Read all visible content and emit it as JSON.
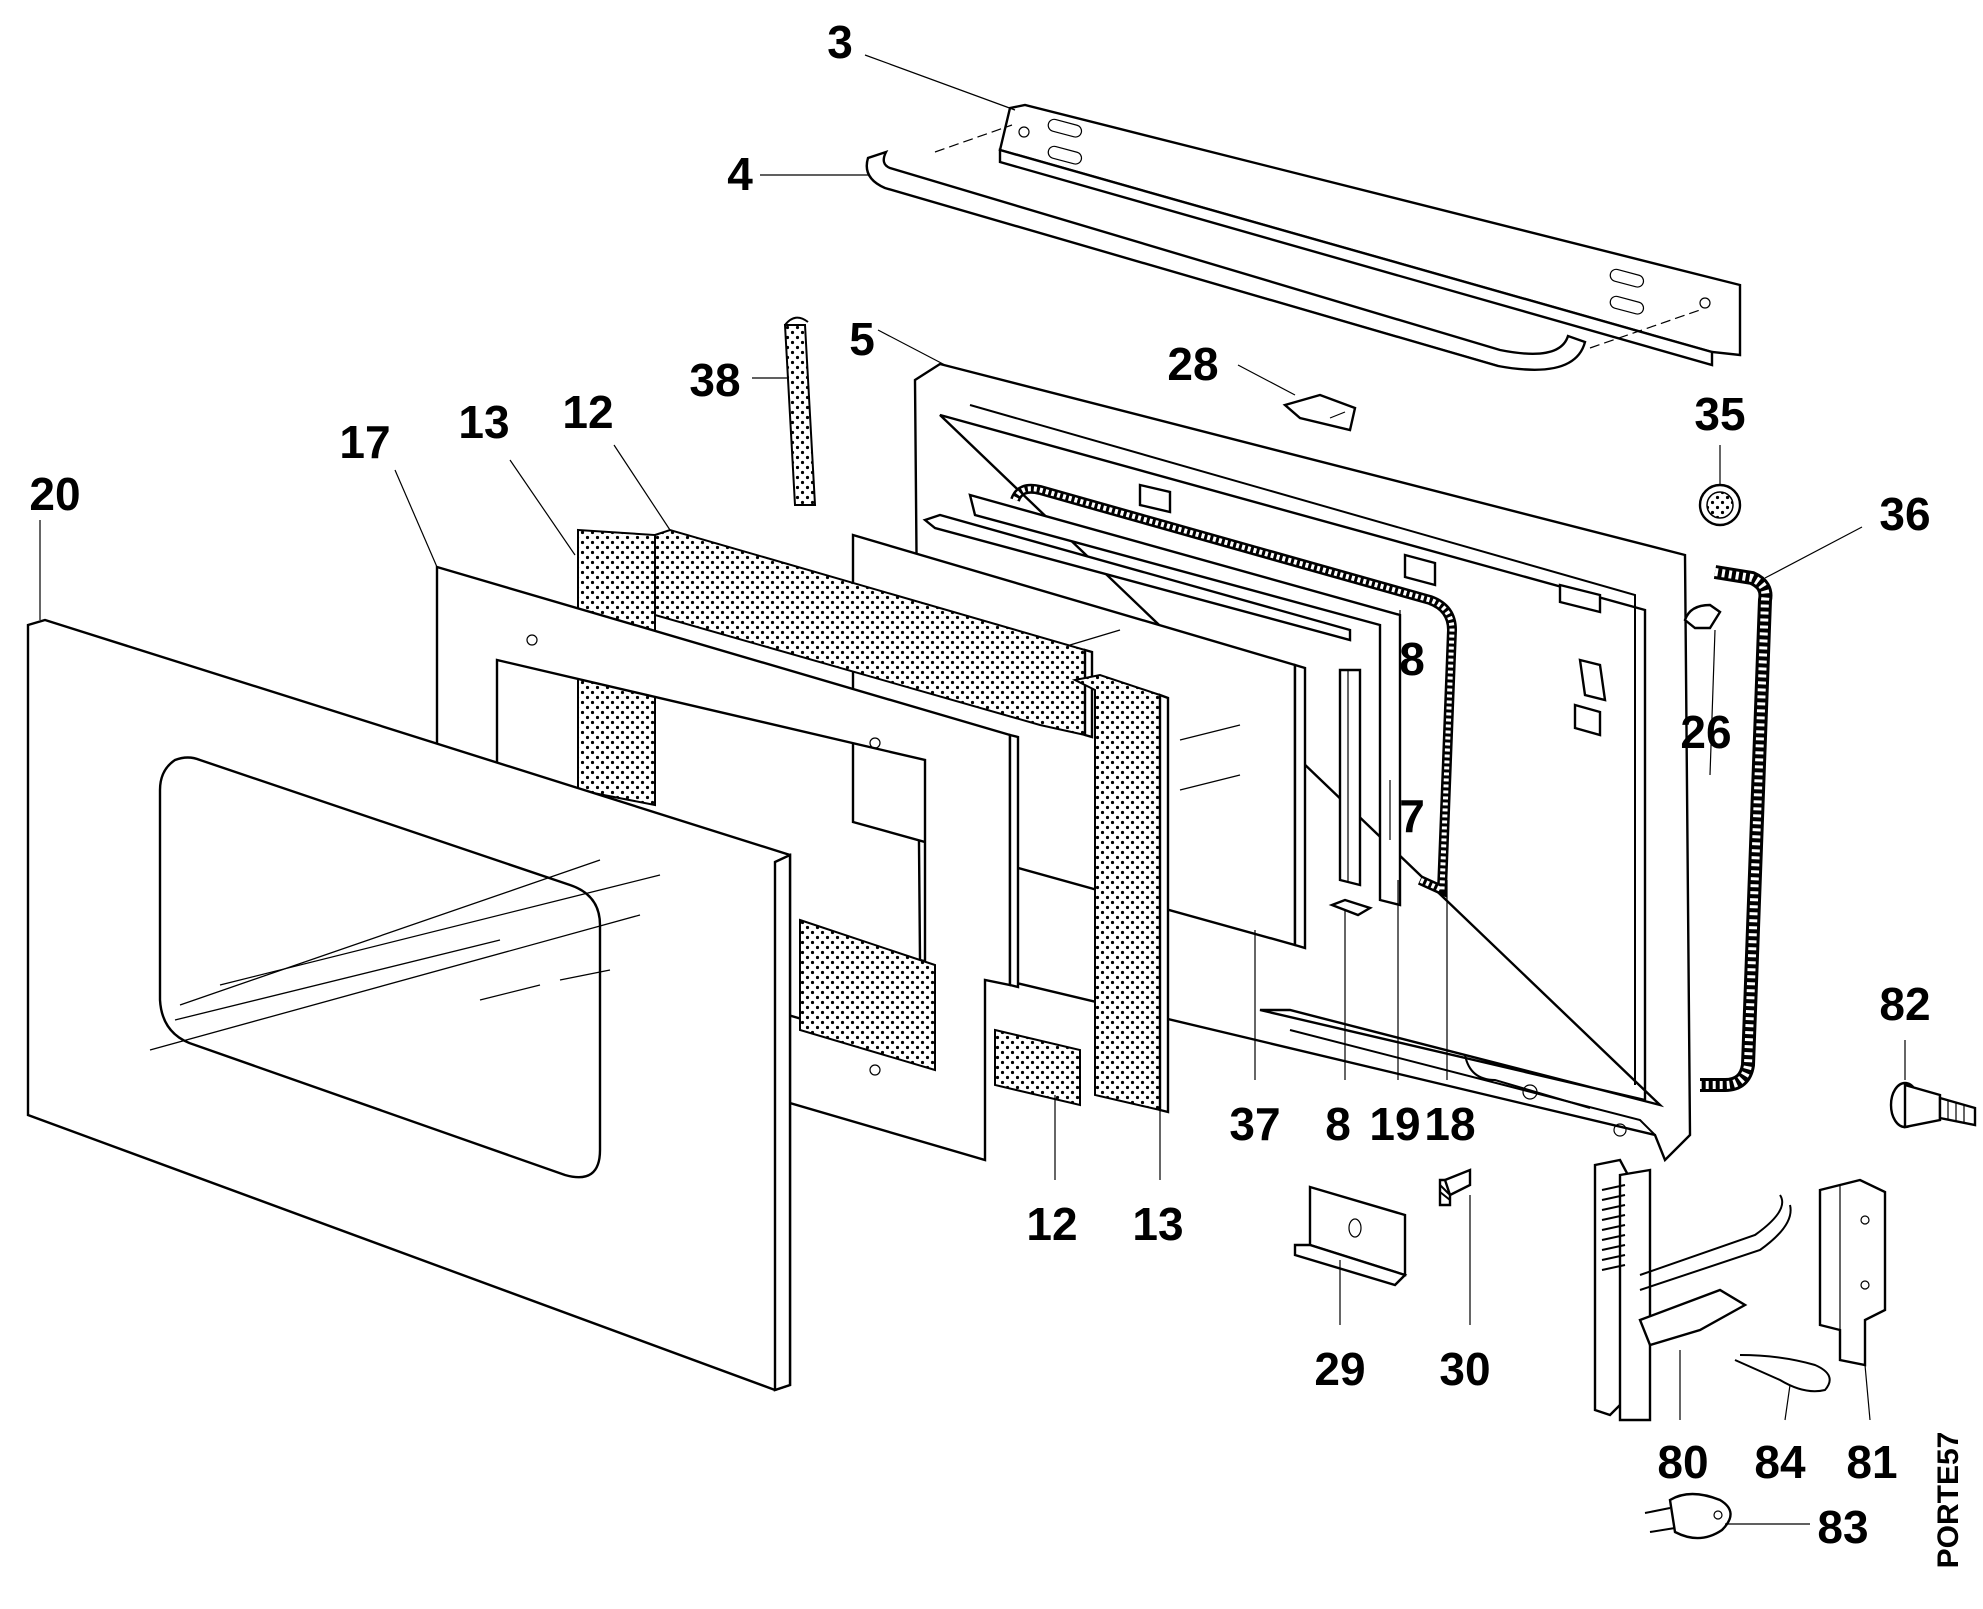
{
  "diagram": {
    "drawing_code": "PORTE57",
    "callouts": [
      {
        "id": "c3",
        "text": "3"
      },
      {
        "id": "c4",
        "text": "4"
      },
      {
        "id": "c5",
        "text": "5"
      },
      {
        "id": "c38",
        "text": "38"
      },
      {
        "id": "c28",
        "text": "28"
      },
      {
        "id": "c35",
        "text": "35"
      },
      {
        "id": "c36",
        "text": "36"
      },
      {
        "id": "c17",
        "text": "17"
      },
      {
        "id": "c13a",
        "text": "13"
      },
      {
        "id": "c12a",
        "text": "12"
      },
      {
        "id": "c20",
        "text": "20"
      },
      {
        "id": "c8a",
        "text": "8"
      },
      {
        "id": "c7",
        "text": "7"
      },
      {
        "id": "c26",
        "text": "26"
      },
      {
        "id": "c37",
        "text": "37"
      },
      {
        "id": "c8b",
        "text": "8"
      },
      {
        "id": "c19",
        "text": "19"
      },
      {
        "id": "c18",
        "text": "18"
      },
      {
        "id": "c12b",
        "text": "12"
      },
      {
        "id": "c13b",
        "text": "13"
      },
      {
        "id": "c82",
        "text": "82"
      },
      {
        "id": "c29",
        "text": "29"
      },
      {
        "id": "c30",
        "text": "30"
      },
      {
        "id": "c80",
        "text": "80"
      },
      {
        "id": "c84",
        "text": "84"
      },
      {
        "id": "c81",
        "text": "81"
      },
      {
        "id": "c83",
        "text": "83"
      }
    ]
  }
}
